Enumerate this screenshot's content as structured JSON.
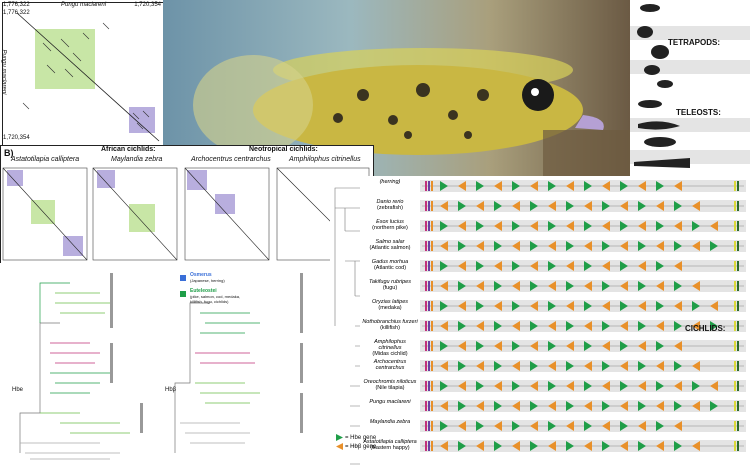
{
  "panel_a": {
    "coord_top_left": "1,776,322",
    "coord_top_right": "1,720,354",
    "coord_left_top": "1,776,322",
    "coord_bottom_left": "1,720,354",
    "species_top": "Pungu maclareni",
    "species_left": "Pungu maclareni"
  },
  "panel_b": {
    "letter": "B)",
    "group_left": "African cichlids:",
    "group_right": "Neotropical cichlids:",
    "plots": [
      {
        "species": "Astatotilapia calliptera"
      },
      {
        "species": "Maylandia zebra"
      },
      {
        "species": "Archocentrus centrarchus"
      },
      {
        "species": "Amphilophus citrinellus"
      }
    ]
  },
  "right_column": {
    "tetrapods": "TETRAPODS:",
    "teleosts": "TELEOSTS:",
    "cichlids": "CICHLIDS:"
  },
  "tree_labels": {
    "hbe": "Hbe",
    "hbb": "Hbβ",
    "osmerus": "Osmerus",
    "osmerus_sub": "(Japanese, herring)",
    "euteleostei": "Euteleostei",
    "euteleostei_sub": "(pike, salmon, cod, medaka, killifish, fugu, cichlids)"
  },
  "synteny_rows": [
    {
      "name": "(herring)",
      "common": ""
    },
    {
      "name": "Danio rerio",
      "common": "(zebrafish)"
    },
    {
      "name": "Esox lucius",
      "common": "(northern pike)"
    },
    {
      "name": "Salmo salar",
      "common": "(Atlantic salmon)"
    },
    {
      "name": "Gadus morhua",
      "common": "(Atlantic cod)"
    },
    {
      "name": "Takifugu rubripes",
      "common": "(fugu)"
    },
    {
      "name": "Oryzias latipes",
      "common": "(medaka)"
    },
    {
      "name": "Nothobranchius furzeri",
      "common": "(killifish)"
    },
    {
      "name": "Amphilophus citrinellus",
      "common": "(Midas cichlid)"
    },
    {
      "name": "Archocentrus centrarchus",
      "common": ""
    },
    {
      "name": "Oreochromis niloticus",
      "common": "(Nile tilapia)"
    },
    {
      "name": "Pungu maclareni",
      "common": ""
    },
    {
      "name": "Maylandia zebra",
      "common": ""
    },
    {
      "name": "Astatotilapia calliptera",
      "common": "(Eastern happy)"
    }
  ],
  "legend": {
    "hbe": "= Hbe gene",
    "hbb": "= Hbβ gene"
  },
  "colors": {
    "green": "#1f9e48",
    "orange": "#e8902a",
    "purple_block": "#b3a8d6",
    "green_block": "#c8e6a6"
  }
}
